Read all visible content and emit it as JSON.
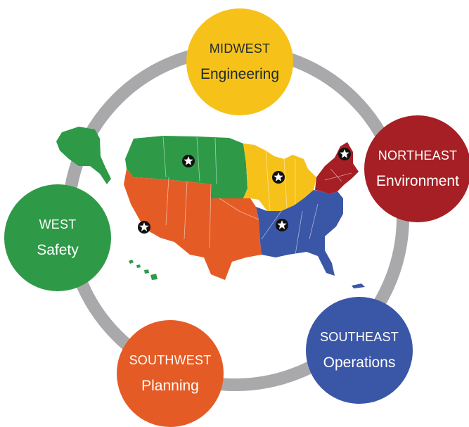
{
  "colors": {
    "midwest": "#f6c21a",
    "northeast": "#a51f24",
    "southeast": "#3a56a6",
    "southwest": "#e55b25",
    "west": "#2e9a48",
    "ring": "#a9a9ab",
    "star": "#ffffff"
  },
  "regions": {
    "midwest": {
      "name": "MIDWEST",
      "focus": "Engineering"
    },
    "northeast": {
      "name": "NORTHEAST",
      "focus": "Environment"
    },
    "southeast": {
      "name": "SOUTHEAST",
      "focus": "Operations"
    },
    "southwest": {
      "name": "SOUTHWEST",
      "focus": "Planning"
    },
    "west": {
      "name": "WEST",
      "focus": "Safety"
    }
  },
  "map": {
    "icon": "us-regions-map",
    "star_icon": "star-in-circle-icon"
  }
}
